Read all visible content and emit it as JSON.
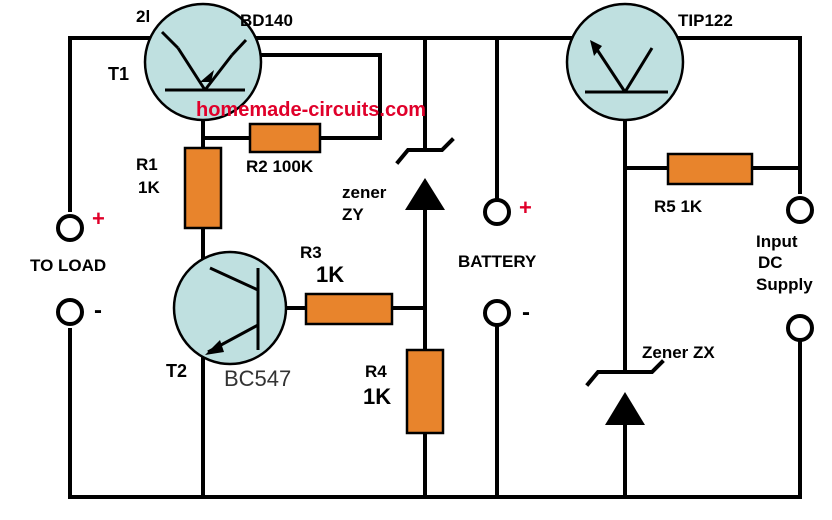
{
  "watermark": "homemade-circuits.com",
  "transistors": {
    "t1": {
      "ref": "T1",
      "part": "BD140",
      "pin_mark": "2l"
    },
    "t2": {
      "ref": "T2",
      "part": "BC547"
    },
    "t3": {
      "part": "TIP122"
    }
  },
  "resistors": {
    "r1": {
      "ref": "R1",
      "value": "1K"
    },
    "r2": {
      "label": "R2 100K"
    },
    "r3": {
      "ref": "R3",
      "value": "1K"
    },
    "r4": {
      "ref": "R4",
      "value": "1K"
    },
    "r5": {
      "label": "R5 1K"
    }
  },
  "zeners": {
    "zy": {
      "line1": "zener",
      "line2": "ZY"
    },
    "zx": {
      "label": "Zener ZX"
    }
  },
  "terminals": {
    "load": {
      "label": "TO LOAD",
      "plus": "+",
      "minus": "-"
    },
    "battery": {
      "label": "BATTERY",
      "plus": "+",
      "minus": "-"
    },
    "input": {
      "line1": "Input",
      "line2": "DC",
      "line3": "Supply"
    }
  },
  "colors": {
    "resistor": "#e8842c",
    "transistor": "#bfe0e0",
    "accent": "#e0002a"
  }
}
